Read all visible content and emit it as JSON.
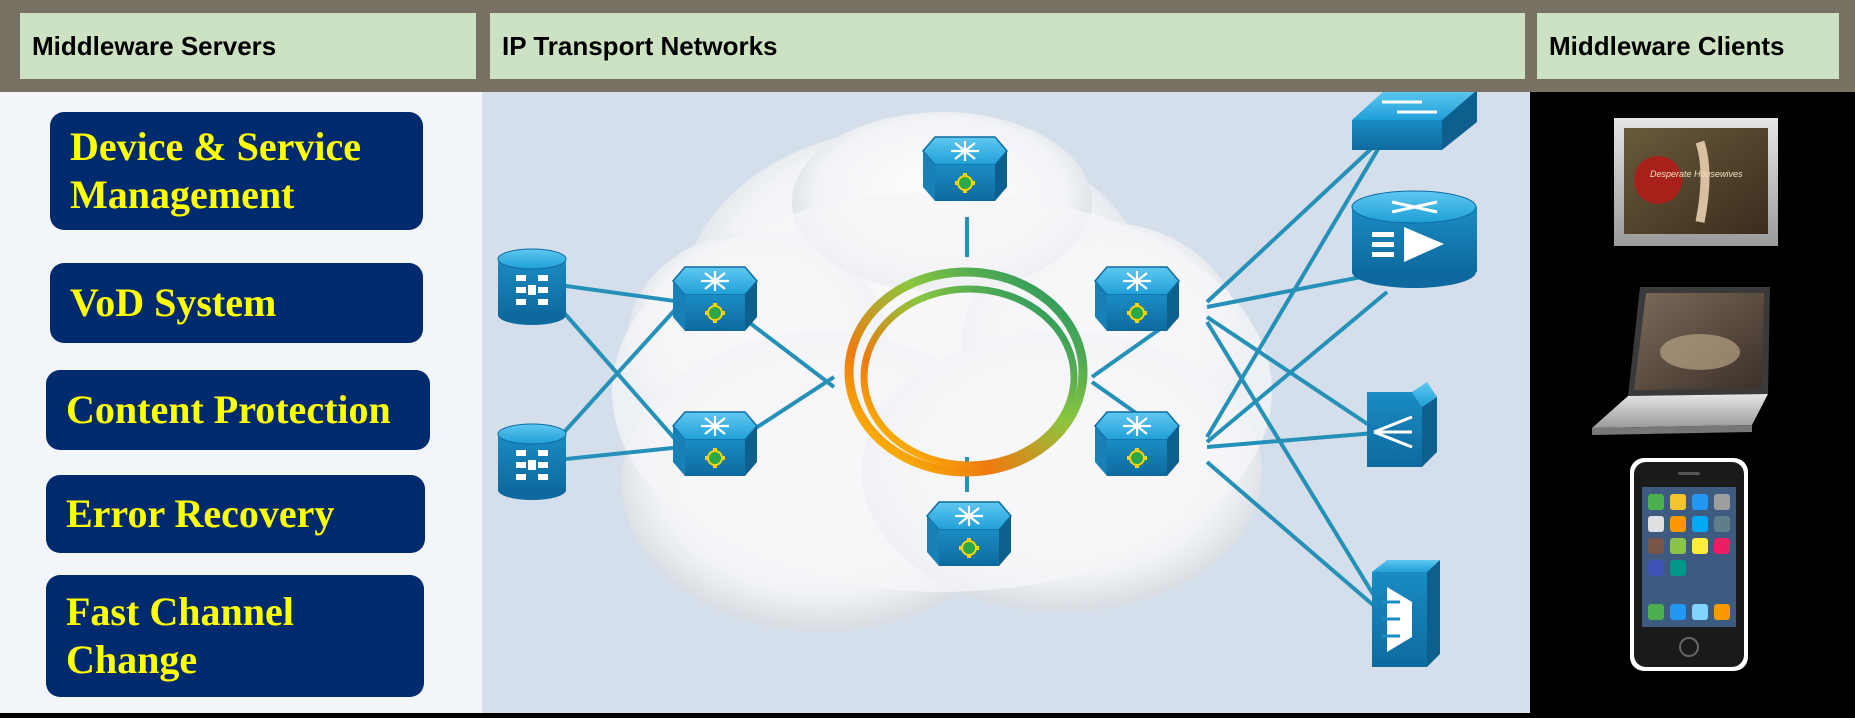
{
  "headers": {
    "servers": "Middleware Servers",
    "transport": "IP Transport Networks",
    "clients": "Middleware Clients"
  },
  "services": [
    {
      "label": "Device & Service Management"
    },
    {
      "label": "VoD System"
    },
    {
      "label": "Content Protection"
    },
    {
      "label": "Error Recovery"
    },
    {
      "label": "Fast Channel Change"
    }
  ],
  "tv_screen_text": "Desperate Housewives",
  "colors": {
    "header_bg": "#cce2c2",
    "header_frame": "#7a7165",
    "service_bg": "#002a6e",
    "service_text": "#ffff00",
    "device_blue": "#1f9fd8",
    "link_color": "#2590b8"
  }
}
